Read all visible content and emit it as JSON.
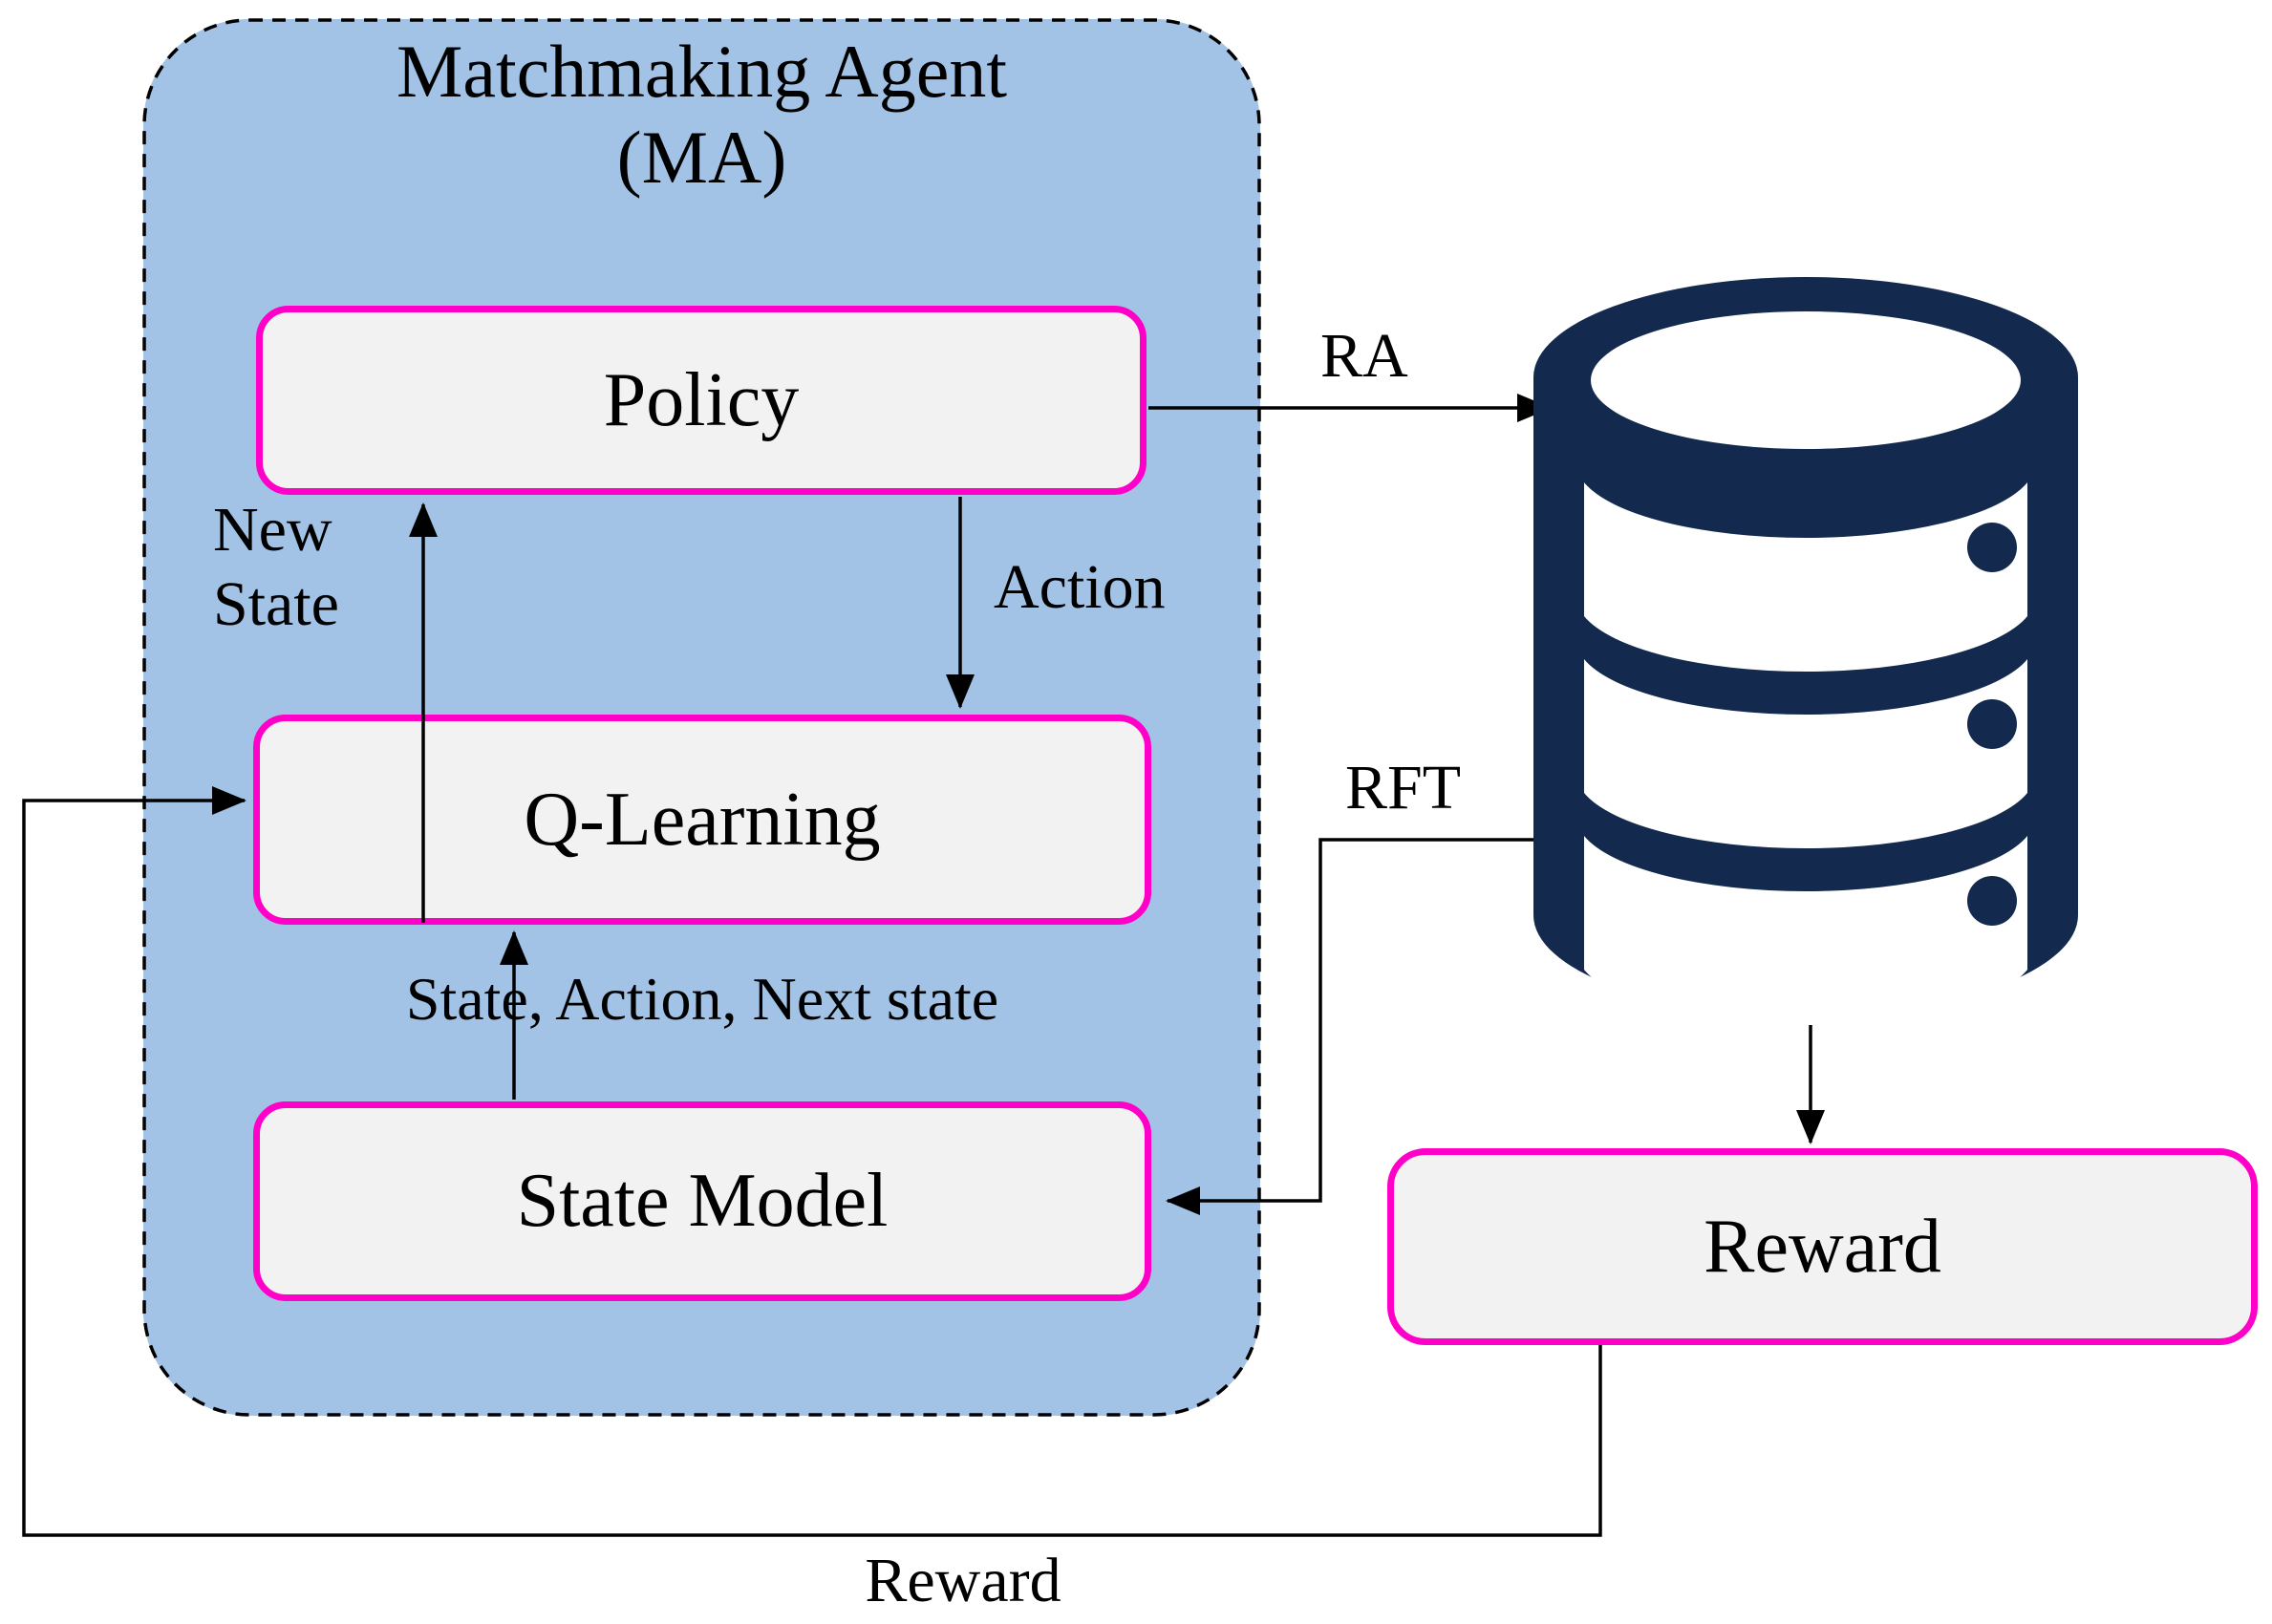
{
  "figure": {
    "type": "reinforcement-learning matchmaking diagram",
    "background_color": "#ffffff"
  },
  "ma": {
    "title_line1": "Matchmaking Agent",
    "title_line2": "(MA)",
    "container_fill_color": "#a2c3e6",
    "container_border_color": "#000000",
    "box_border_color": "#ff00c8",
    "box_fill_color": "#f2f2f2",
    "boxes": {
      "policy": "Policy",
      "q_learning": "Q-Learning",
      "state_model": "State Model"
    }
  },
  "reward_box": {
    "label": "Reward"
  },
  "database": {
    "icon": "database-icon",
    "color": "#14294e"
  },
  "labels": {
    "ra": "RA",
    "rft": "RFT",
    "action": "Action",
    "new_state": "New\nState",
    "state_action_next": "State, Action, Next state",
    "reward_feedback": "Reward"
  }
}
